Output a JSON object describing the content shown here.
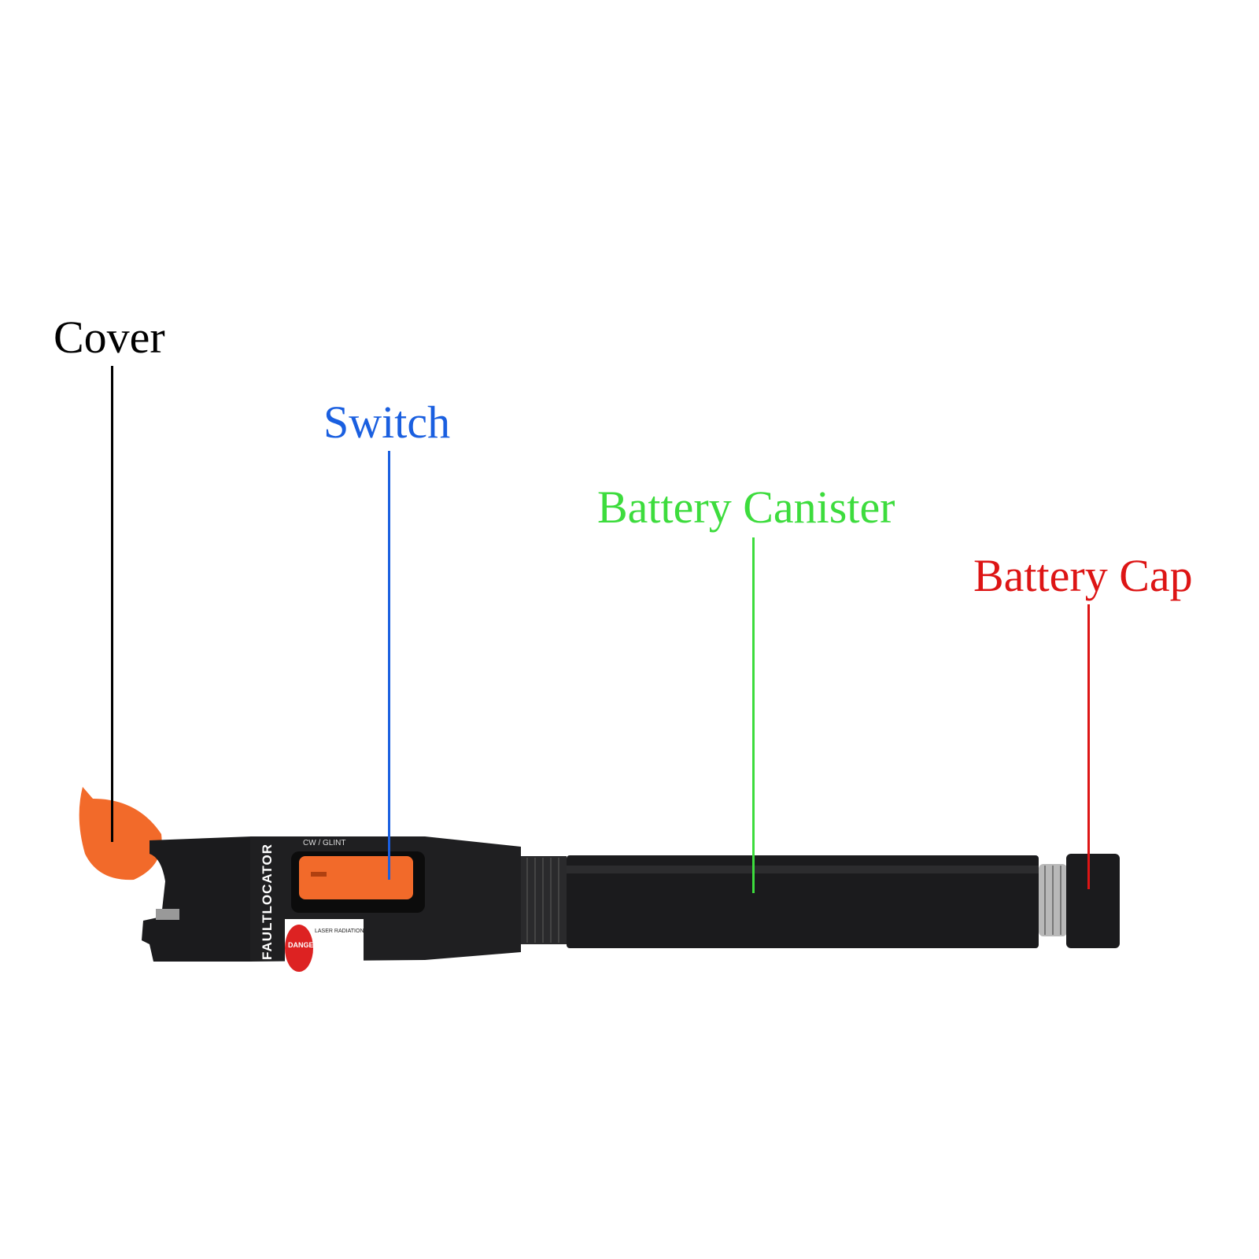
{
  "labels": {
    "cover": {
      "text": "Cover",
      "color": "#000000"
    },
    "switch": {
      "text": "Switch",
      "color": "#1a5fe0"
    },
    "battery_canister": {
      "text": "Battery Canister",
      "color": "#3ddc3d"
    },
    "battery_cap": {
      "text": "Battery Cap",
      "color": "#dd1515"
    }
  },
  "device": {
    "body_print": "FAULTLOCATOR",
    "warning_badge": "DANGER",
    "warning_text": "LASER RADIATION",
    "mode_marks": "CW / GLINT",
    "colors": {
      "body": "#1b1b1d",
      "accent": "#f26a2a"
    }
  }
}
